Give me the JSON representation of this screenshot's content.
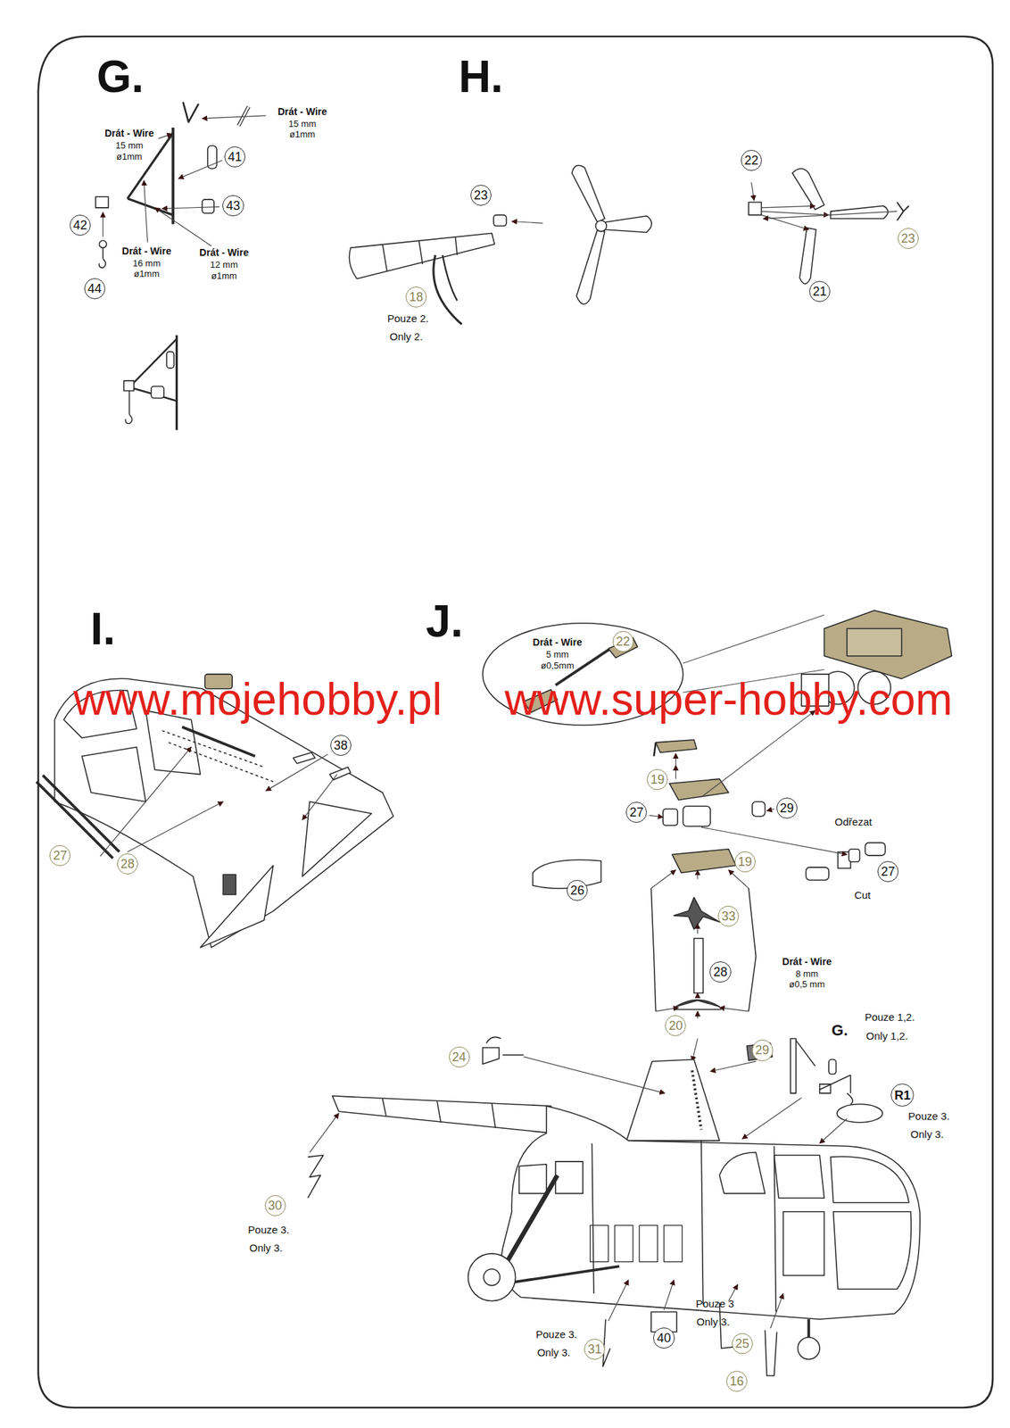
{
  "diagram": {
    "nodes": [
      {
        "text": [
          "41"
        ]
      },
      {
        "text": [
          "43"
        ]
      },
      {
        "text": [
          "42"
        ]
      },
      {
        "text": [
          "44"
        ]
      },
      {
        "text": [
          "23"
        ]
      },
      {
        "text": [
          "18"
        ]
      },
      {
        "text": [
          "22"
        ]
      },
      {
        "text": [
          "23"
        ]
      },
      {
        "text": [
          "21"
        ]
      },
      {
        "text": [
          "38"
        ]
      },
      {
        "text": [
          "27"
        ]
      },
      {
        "text": [
          "28"
        ]
      },
      {
        "text": [
          "22"
        ]
      },
      {
        "text": [
          "19"
        ]
      },
      {
        "text": [
          "27"
        ]
      },
      {
        "text": [
          "29"
        ]
      },
      {
        "text": [
          "27"
        ]
      },
      {
        "text": [
          "26"
        ]
      },
      {
        "text": [
          "19"
        ]
      },
      {
        "text": [
          "33"
        ]
      },
      {
        "text": [
          "28"
        ]
      },
      {
        "text": [
          "20"
        ]
      },
      {
        "text": [
          "24"
        ]
      },
      {
        "text": [
          "29"
        ]
      },
      {
        "text": [
          "R1"
        ]
      },
      {
        "text": [
          "30"
        ]
      },
      {
        "text": [
          "40"
        ]
      },
      {
        "text": [
          "25"
        ]
      },
      {
        "text": [
          "31"
        ]
      },
      {
        "text": [
          "16"
        ]
      }
    ],
    "labels": [
      "G.",
      "H.",
      "I.",
      "J.",
      "Drát - Wire",
      "15 mm",
      "ø1mm",
      "Drát - Wire",
      "15 mm",
      "ø1mm",
      "Drát - Wire",
      "16 mm",
      "ø1mm",
      "Drát - Wire",
      "12 mm",
      "ø1mm",
      "Pouze 2.",
      "Only 2.",
      "www.mojehobby.pl",
      "www.super-hobby.com",
      "Drát - Wire",
      "5 mm",
      "ø0,5mm",
      "Odřezat",
      "Cut",
      "Drát - Wire",
      "8 mm",
      "ø0,5 mm",
      "G.",
      "Pouze 1,2.",
      "Only 1,2.",
      "Pouze 3.",
      "Only 3.",
      "Pouze 3.",
      "Only 3.",
      "Pouze 3",
      "Only 3.",
      "Pouze 3.",
      "Only 3."
    ]
  }
}
